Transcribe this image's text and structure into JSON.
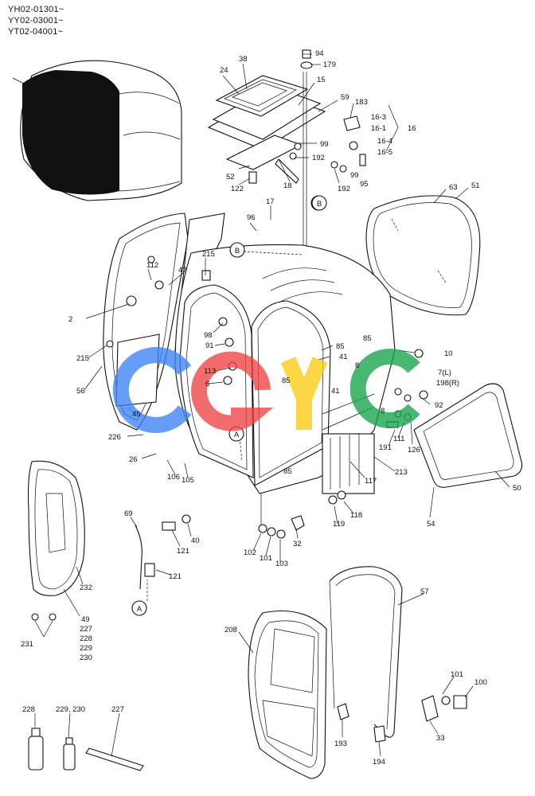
{
  "serials": [
    "YH02-01301~",
    "YY02-03001~",
    "YT02-04001~"
  ],
  "callouts": {
    "c94": "94",
    "c179": "179",
    "c38": "38",
    "c24": "24",
    "c15": "15",
    "c59": "59",
    "c183": "183",
    "c16_3": "16-3",
    "c16_1": "16-1",
    "c16": "16",
    "c16_4": "16-4",
    "c16_5": "16-5",
    "c99a": "99",
    "c192a": "192",
    "c99b": "99",
    "c95": "95",
    "c52": "52",
    "c122": "122",
    "c18": "18",
    "c192b": "192",
    "c17": "17",
    "c96": "96",
    "c63": "63",
    "c51": "51",
    "c215a": "215",
    "c112": "112",
    "c42": "42",
    "c2": "2",
    "c215b": "215",
    "c56": "56",
    "c98": "98",
    "c91": "91",
    "c85a": "85",
    "c85b": "85",
    "c41a": "41",
    "c10": "10",
    "c7": "7(L)",
    "c198": "198(R)",
    "c113": "113",
    "c6": "6",
    "c85c": "85",
    "c41b": "41",
    "c8a": "8",
    "c8b": "8",
    "c92": "92",
    "c45": "45",
    "c226": "226",
    "c26": "26",
    "c106": "106",
    "c105": "105",
    "c191": "191",
    "c111": "111",
    "c126": "126",
    "c85d": "85",
    "c117": "117",
    "c213": "213",
    "c50": "50",
    "c54": "54",
    "c119": "119",
    "c118": "118",
    "c69": "69",
    "c40": "40",
    "c121a": "121",
    "c121b": "121",
    "c102": "102",
    "c101a": "101",
    "c103": "103",
    "c32": "32",
    "c232": "232",
    "c49": "49",
    "c227a": "227",
    "c228a": "228",
    "c229": "229",
    "c230": "230",
    "c231": "231",
    "c57": "57",
    "c208": "208",
    "c101b": "101",
    "c100": "100",
    "c193": "193",
    "c33": "33",
    "c194": "194",
    "c228b": "228",
    "c229_230": "229, 230",
    "c227b": "227"
  },
  "markers": {
    "mB1": "B",
    "mB2": "B",
    "mA1": "A",
    "mA2": "A"
  },
  "watermark": {
    "colors": [
      "#3b82f6",
      "#ef4444",
      "#facc15",
      "#16a34a"
    ]
  }
}
